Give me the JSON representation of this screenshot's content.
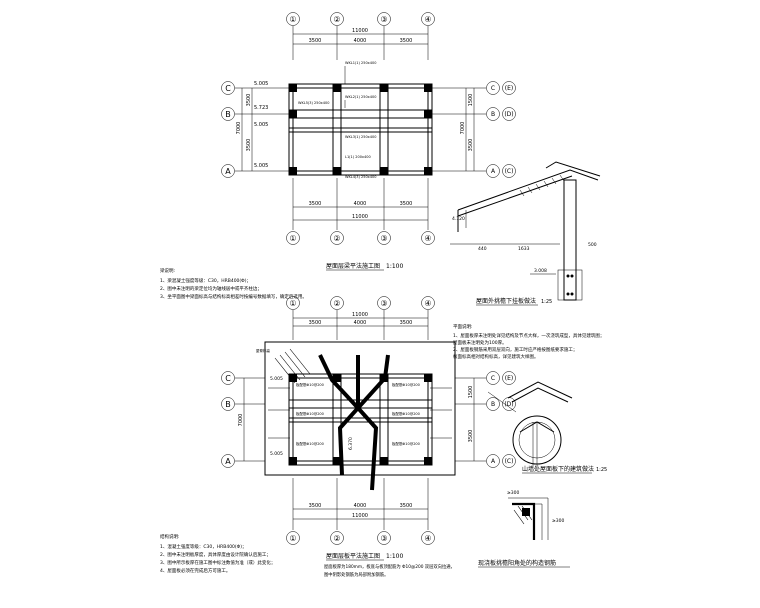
{
  "grid": {
    "columns": [
      "①",
      "②",
      "③",
      "④"
    ],
    "rows_top": [
      "C",
      "B",
      "A"
    ],
    "rows_bottom": [
      "C",
      "B",
      "A"
    ],
    "row_right_marks": [
      "(E)",
      "(D)",
      "(C)"
    ]
  },
  "dimensions": {
    "spans": [
      "3500",
      "4000",
      "3500"
    ],
    "total": "11000",
    "right_top": [
      "1500",
      "3500"
    ],
    "left_top": [
      "3500",
      "3500"
    ],
    "left_total": "7000",
    "right_total": "7000",
    "right_bottom": [
      "1500",
      "3500"
    ]
  },
  "top_plan": {
    "title": "屋面层梁平法施工图",
    "scale": "1:100",
    "elevations": [
      "5.005",
      "5.723",
      "5.005",
      "5.005"
    ],
    "beam_notes": [
      "WKL1(1) 250x400",
      "WKL2(1) 250x400",
      "WKL3(1) 250x400",
      "L1(1) 200x400",
      "WKL4(3) 250x400",
      "WKL5(3) 250x400"
    ]
  },
  "top_notes": {
    "heading": "梁说明:",
    "lines": [
      "1、梁混凝土强度等级：C30，HRB400(Φ)；",
      "2、图中未注明的梁定位均为轴线居中或平齐柱边；",
      "3、坐平面图中梁面标高与结构标高相差时按编号数据填写，确定后选用。"
    ]
  },
  "eave_detail": {
    "title": "屋面外挑檐下挂板做法",
    "scale": "1:25",
    "dims": [
      "4.120",
      "440",
      "1633",
      "500",
      "3.008"
    ]
  },
  "roof_notes": {
    "heading": "平面说明:",
    "lines": [
      "1、屋面板厚未注明处详见结构及节点大样，一次浇筑成型，具体见建筑图；",
      "   屋面板未注明处为100厚。",
      "2、屋面板钢筋采用双层双向，施工时应严格按图纸要求施工；",
      "   板面标高相对结构标高，详见建筑大样图。"
    ]
  },
  "ridge_detail": {
    "title": "山墙处屋面板下的建筑做法",
    "scale": "1:25"
  },
  "bottom_plan": {
    "title": "屋面层板平法施工图",
    "scale": "1:100",
    "note_lines": [
      "屋面板厚为180mm，板底与板顶配筋为 Φ10@200 双层双向拉通，",
      "图中阴影处钢筋为局部附加钢筋。"
    ],
    "elevations": [
      "6.370",
      "5.005",
      "5.005"
    ],
    "plate_labels": [
      "板配筋Φ10@200",
      "板配筋Φ10@200",
      "板配筋Φ10@200",
      "板配筋Φ10@200",
      "板配筋Φ10@200",
      "板配筋Φ10@200"
    ],
    "ridge_label": "屋脊标高"
  },
  "corner_detail": {
    "title": "现浇板挑檐阳角处的构造钢筋",
    "dims": [
      "≥300",
      "≥300"
    ]
  },
  "bottom_notes": {
    "heading": "结构说明:",
    "lines": [
      "1、混凝土强度等级：C30，HRB400(Φ)；",
      "2、图中未注明板厚度，具体厚度由设计院确认后施工；",
      "3、图中所示板厚在施工图中标注数值为准（或）此变化；",
      "4、屋面板必须在完成后方可施工。"
    ]
  }
}
